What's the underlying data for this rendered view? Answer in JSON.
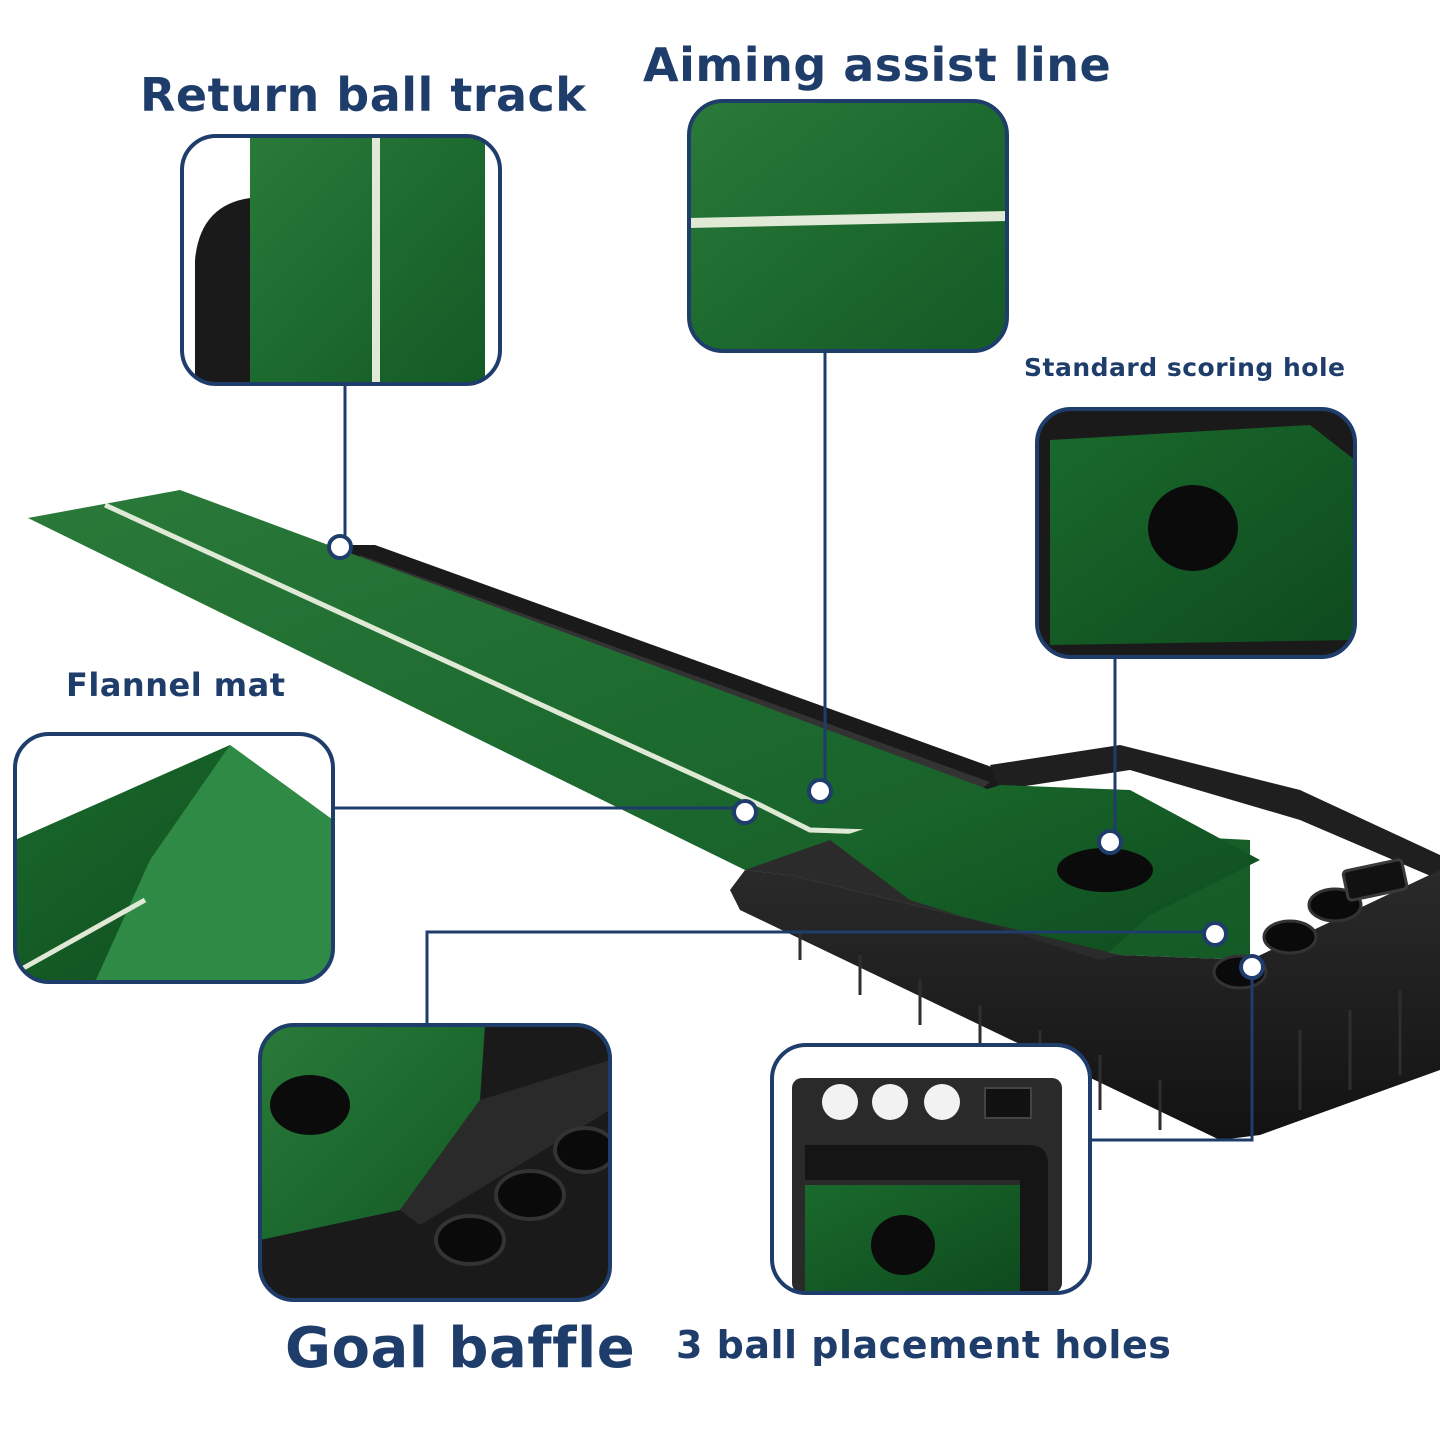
{
  "labels": {
    "return_ball_track": "Return ball track",
    "aiming_assist_line": "Aiming assist line",
    "standard_scoring_hole": "Standard scoring hole",
    "flannel_mat": "Flannel mat",
    "goal_baffle": "Goal baffle",
    "ball_placement_holes": "3 ball placement holes"
  },
  "colors": {
    "label_text": "#1f3d6b",
    "callout_line": "#1f3d6b",
    "turf_green": "#1f6b30",
    "turf_dark": "#0f4a1f",
    "tray_black": "#1c1c1c",
    "aim_line": "#dfe9d6"
  }
}
